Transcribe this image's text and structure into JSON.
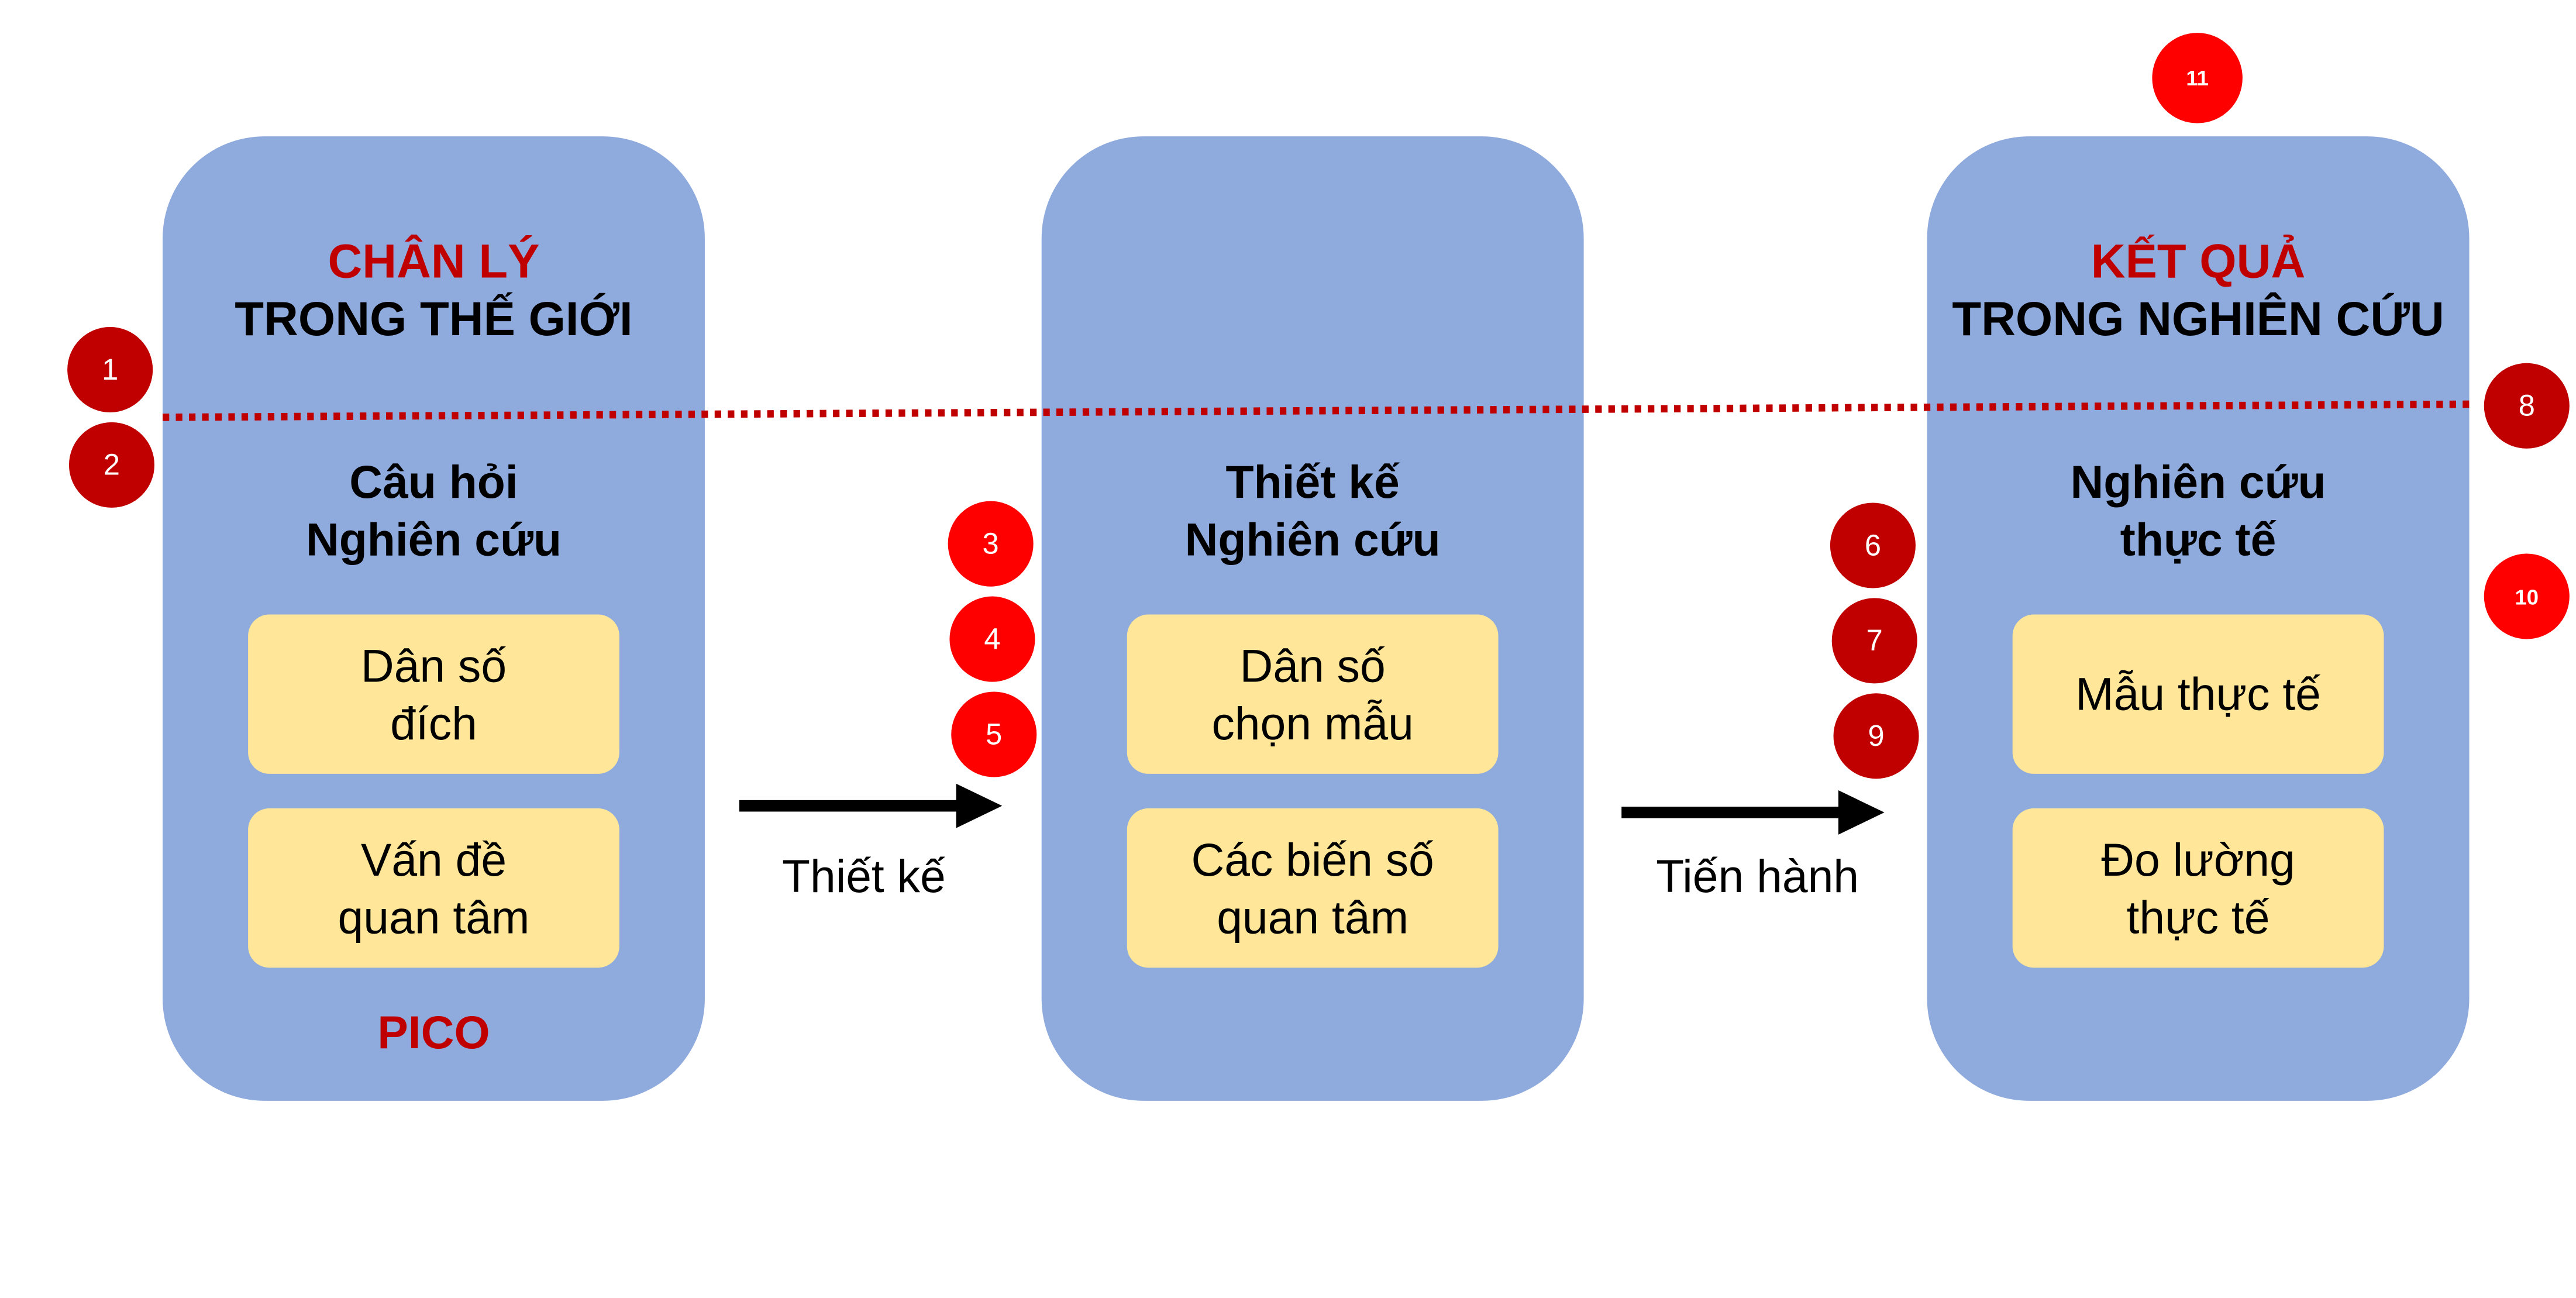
{
  "columns": [
    {
      "heading_red": "CHÂN LÝ",
      "heading_black": "TRONG THẾ GIỚI",
      "sub_line1": "Câu hỏi",
      "sub_line2": "Nghiên cứu",
      "box1_line1": "Dân số",
      "box1_line2": "đích",
      "box2_line1": "Vấn đề",
      "box2_line2": "quan tâm",
      "footer": "PICO"
    },
    {
      "sub_line1": "Thiết kế",
      "sub_line2": "Nghiên cứu",
      "box1_line1": "Dân số",
      "box1_line2": "chọn mẫu",
      "box2_line1": "Các biến số",
      "box2_line2": "quan tâm"
    },
    {
      "heading_red": "KẾT QUẢ",
      "heading_black": "TRONG NGHIÊN CỨU",
      "sub_line1": "Nghiên cứu",
      "sub_line2": "thực tế",
      "box1_line1": "Mẫu thực tế",
      "box2_line1": "Đo lường",
      "box2_line2": "thực tế"
    }
  ],
  "arrows": [
    {
      "label": "Thiết kế"
    },
    {
      "label": "Tiến hành"
    }
  ],
  "badges": [
    "1",
    "2",
    "3",
    "4",
    "5",
    "6",
    "7",
    "8",
    "9",
    "10",
    "11"
  ],
  "colors": {
    "column_fill": "#8faadc",
    "box_fill": "#ffe699",
    "accent_red": "#c00000",
    "badge_bright_red": "#ff0000"
  }
}
